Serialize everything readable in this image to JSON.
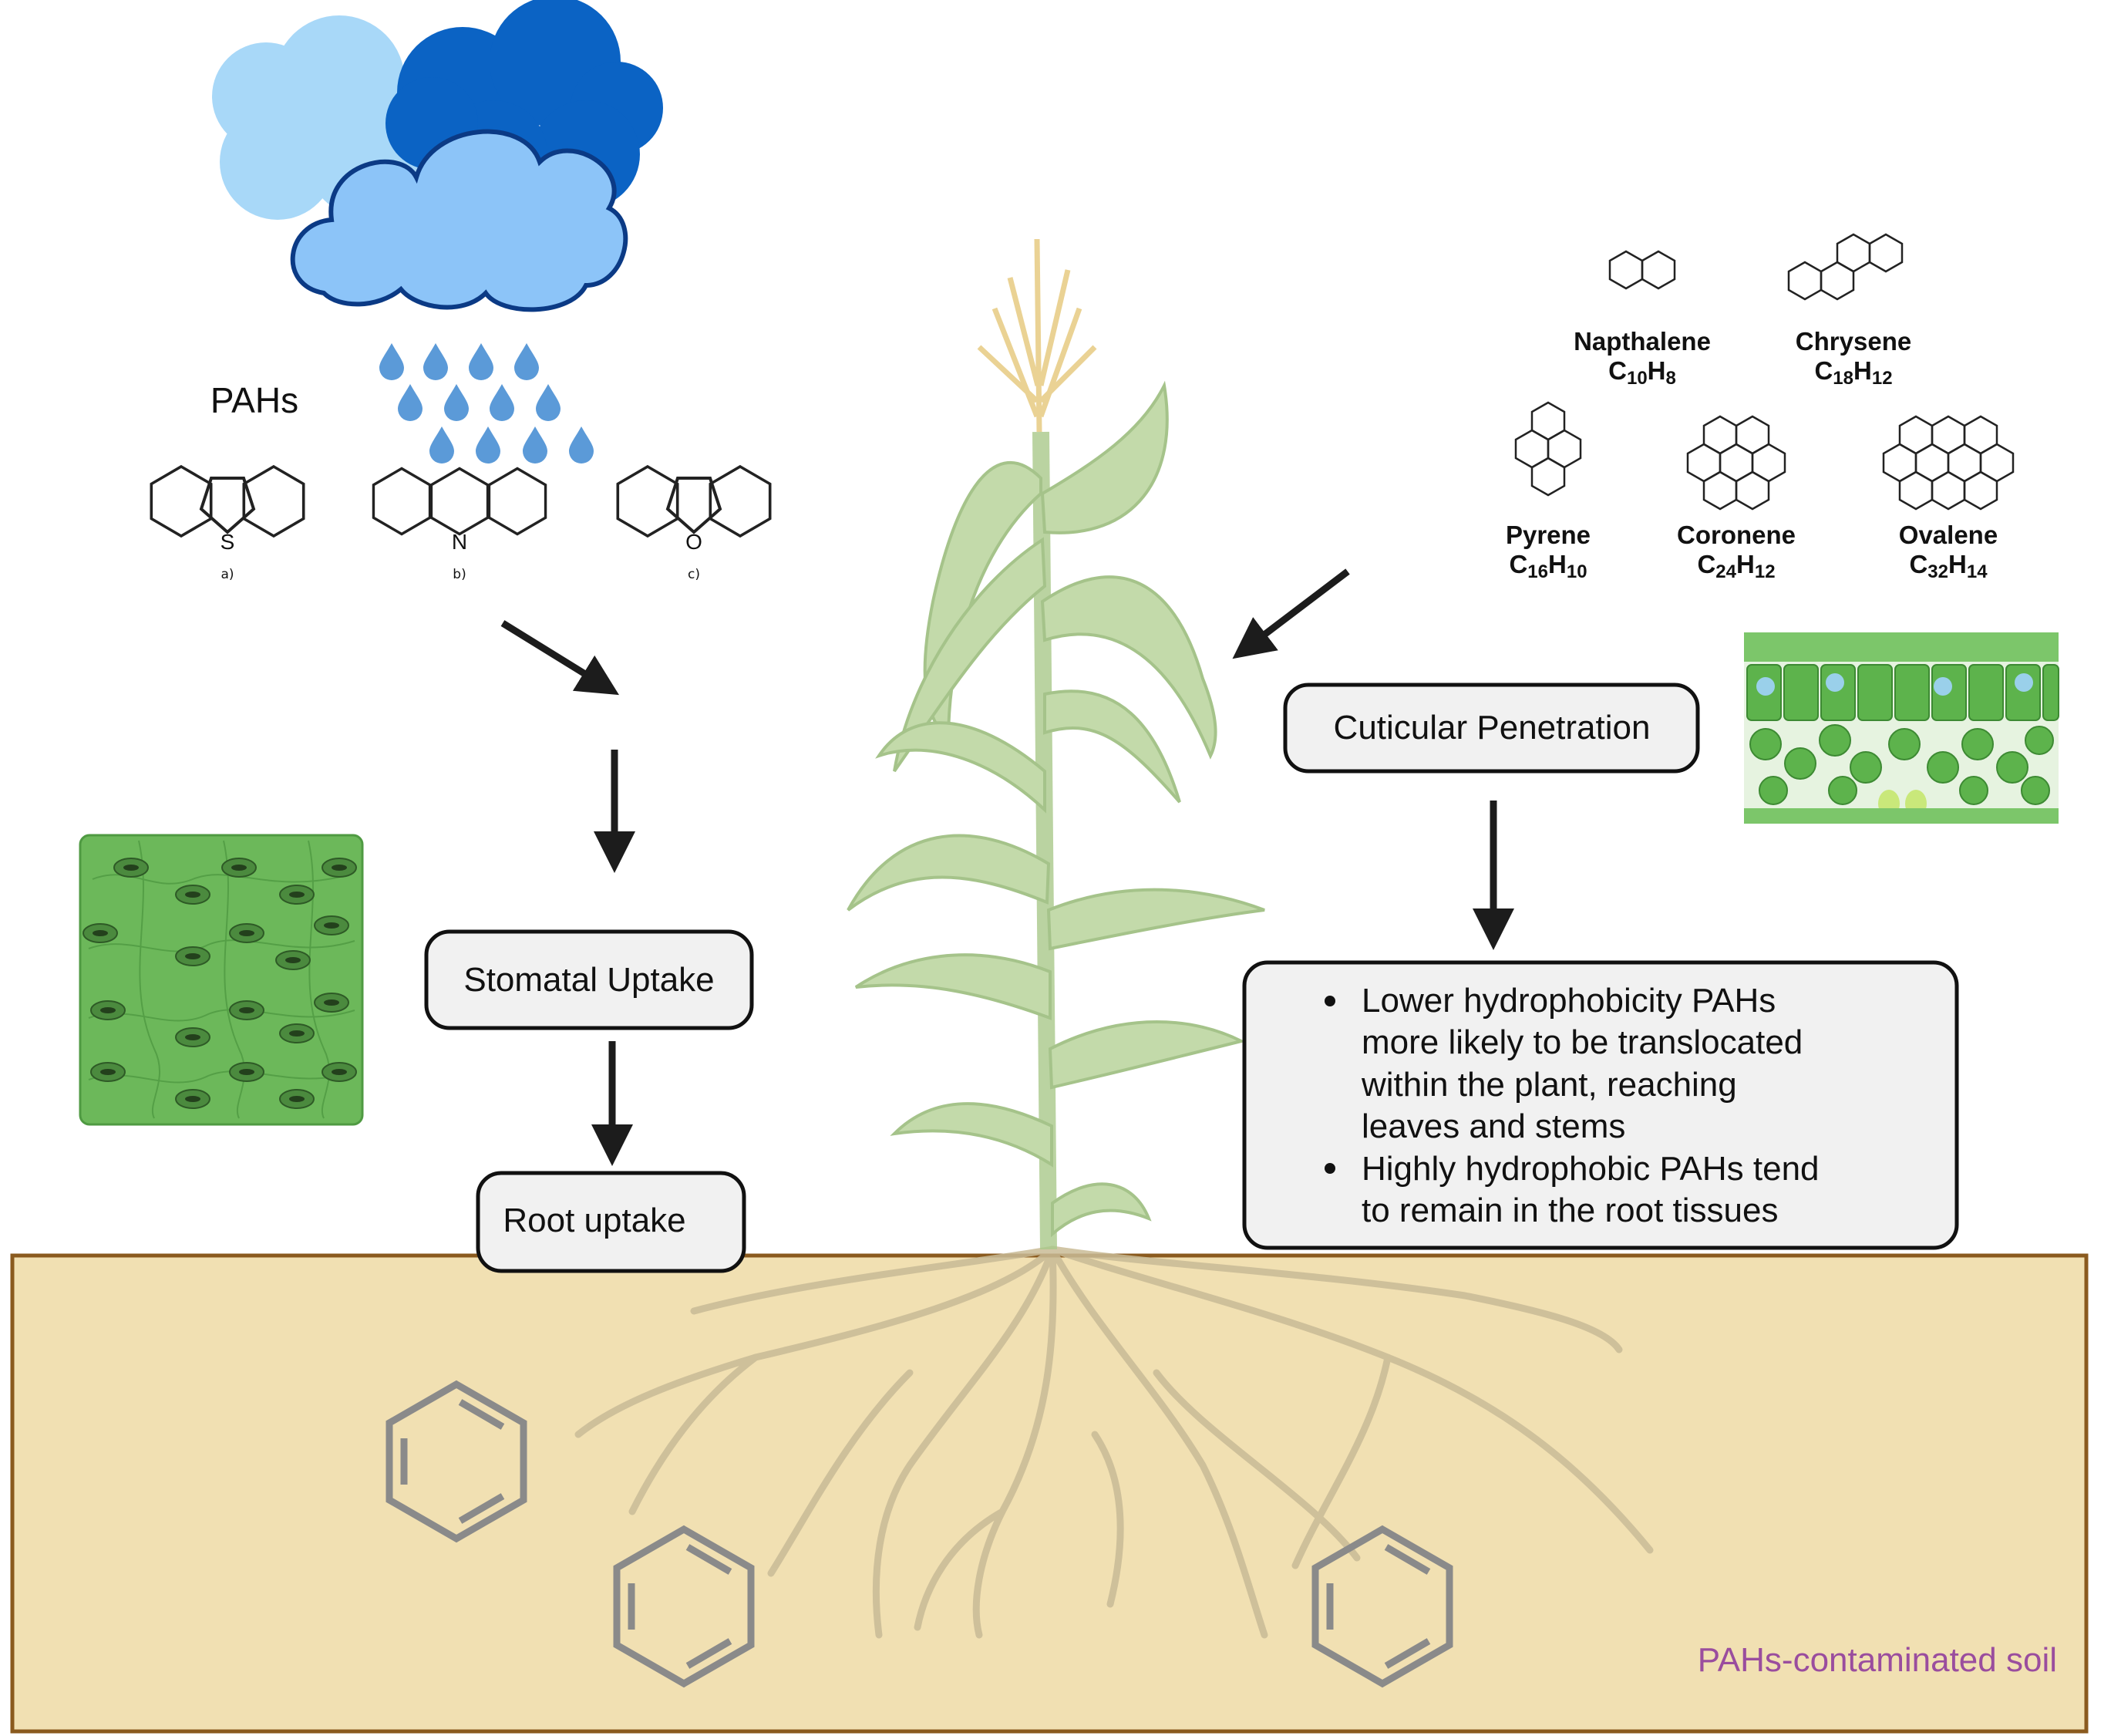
{
  "left": {
    "pahs_label": "PAHs",
    "structures": [
      {
        "heteroatom": "S",
        "caption": "a)"
      },
      {
        "heteroatom": "N",
        "caption": "b)"
      },
      {
        "heteroatom": "O",
        "caption": "c)"
      }
    ],
    "stomatal_box": "Stomatal Uptake",
    "root_box": "Root uptake"
  },
  "molecules": [
    {
      "name": "Napthalene",
      "formula": {
        "a": "C",
        "an": "10",
        "b": "H",
        "bn": "8"
      }
    },
    {
      "name": "Chrysene",
      "formula": {
        "a": "C",
        "an": "18",
        "b": "H",
        "bn": "12"
      }
    },
    {
      "name": "Pyrene",
      "formula": {
        "a": "C",
        "an": "16",
        "b": "H",
        "bn": "10"
      }
    },
    {
      "name": "Coronene",
      "formula": {
        "a": "C",
        "an": "24",
        "b": "H",
        "bn": "12"
      }
    },
    {
      "name": "Ovalene",
      "formula": {
        "a": "C",
        "an": "32",
        "b": "H",
        "bn": "14"
      }
    }
  ],
  "right": {
    "cuticular_box": "Cuticular Penetration",
    "bullets": [
      {
        "lines": [
          "Lower hydrophobicity PAHs",
          "more likely to be translocated",
          "within the plant, reaching",
          "leaves and stems"
        ]
      },
      {
        "lines": [
          "Highly hydrophobic PAHs tend",
          "to remain in the root tissues"
        ]
      }
    ]
  },
  "soil": {
    "label": "PAHs-contaminated soil",
    "label_color": "#9a4d9e",
    "fill_color": "#f1e0b2",
    "border_color": "#8a5a1e"
  },
  "colors": {
    "cloud_light": "#a8d8f8",
    "cloud_dark": "#0b63c4",
    "cloud_front": "#8cc4f8",
    "drop": "#5b9ad8",
    "leaf_tissue": "#6cb85a"
  }
}
